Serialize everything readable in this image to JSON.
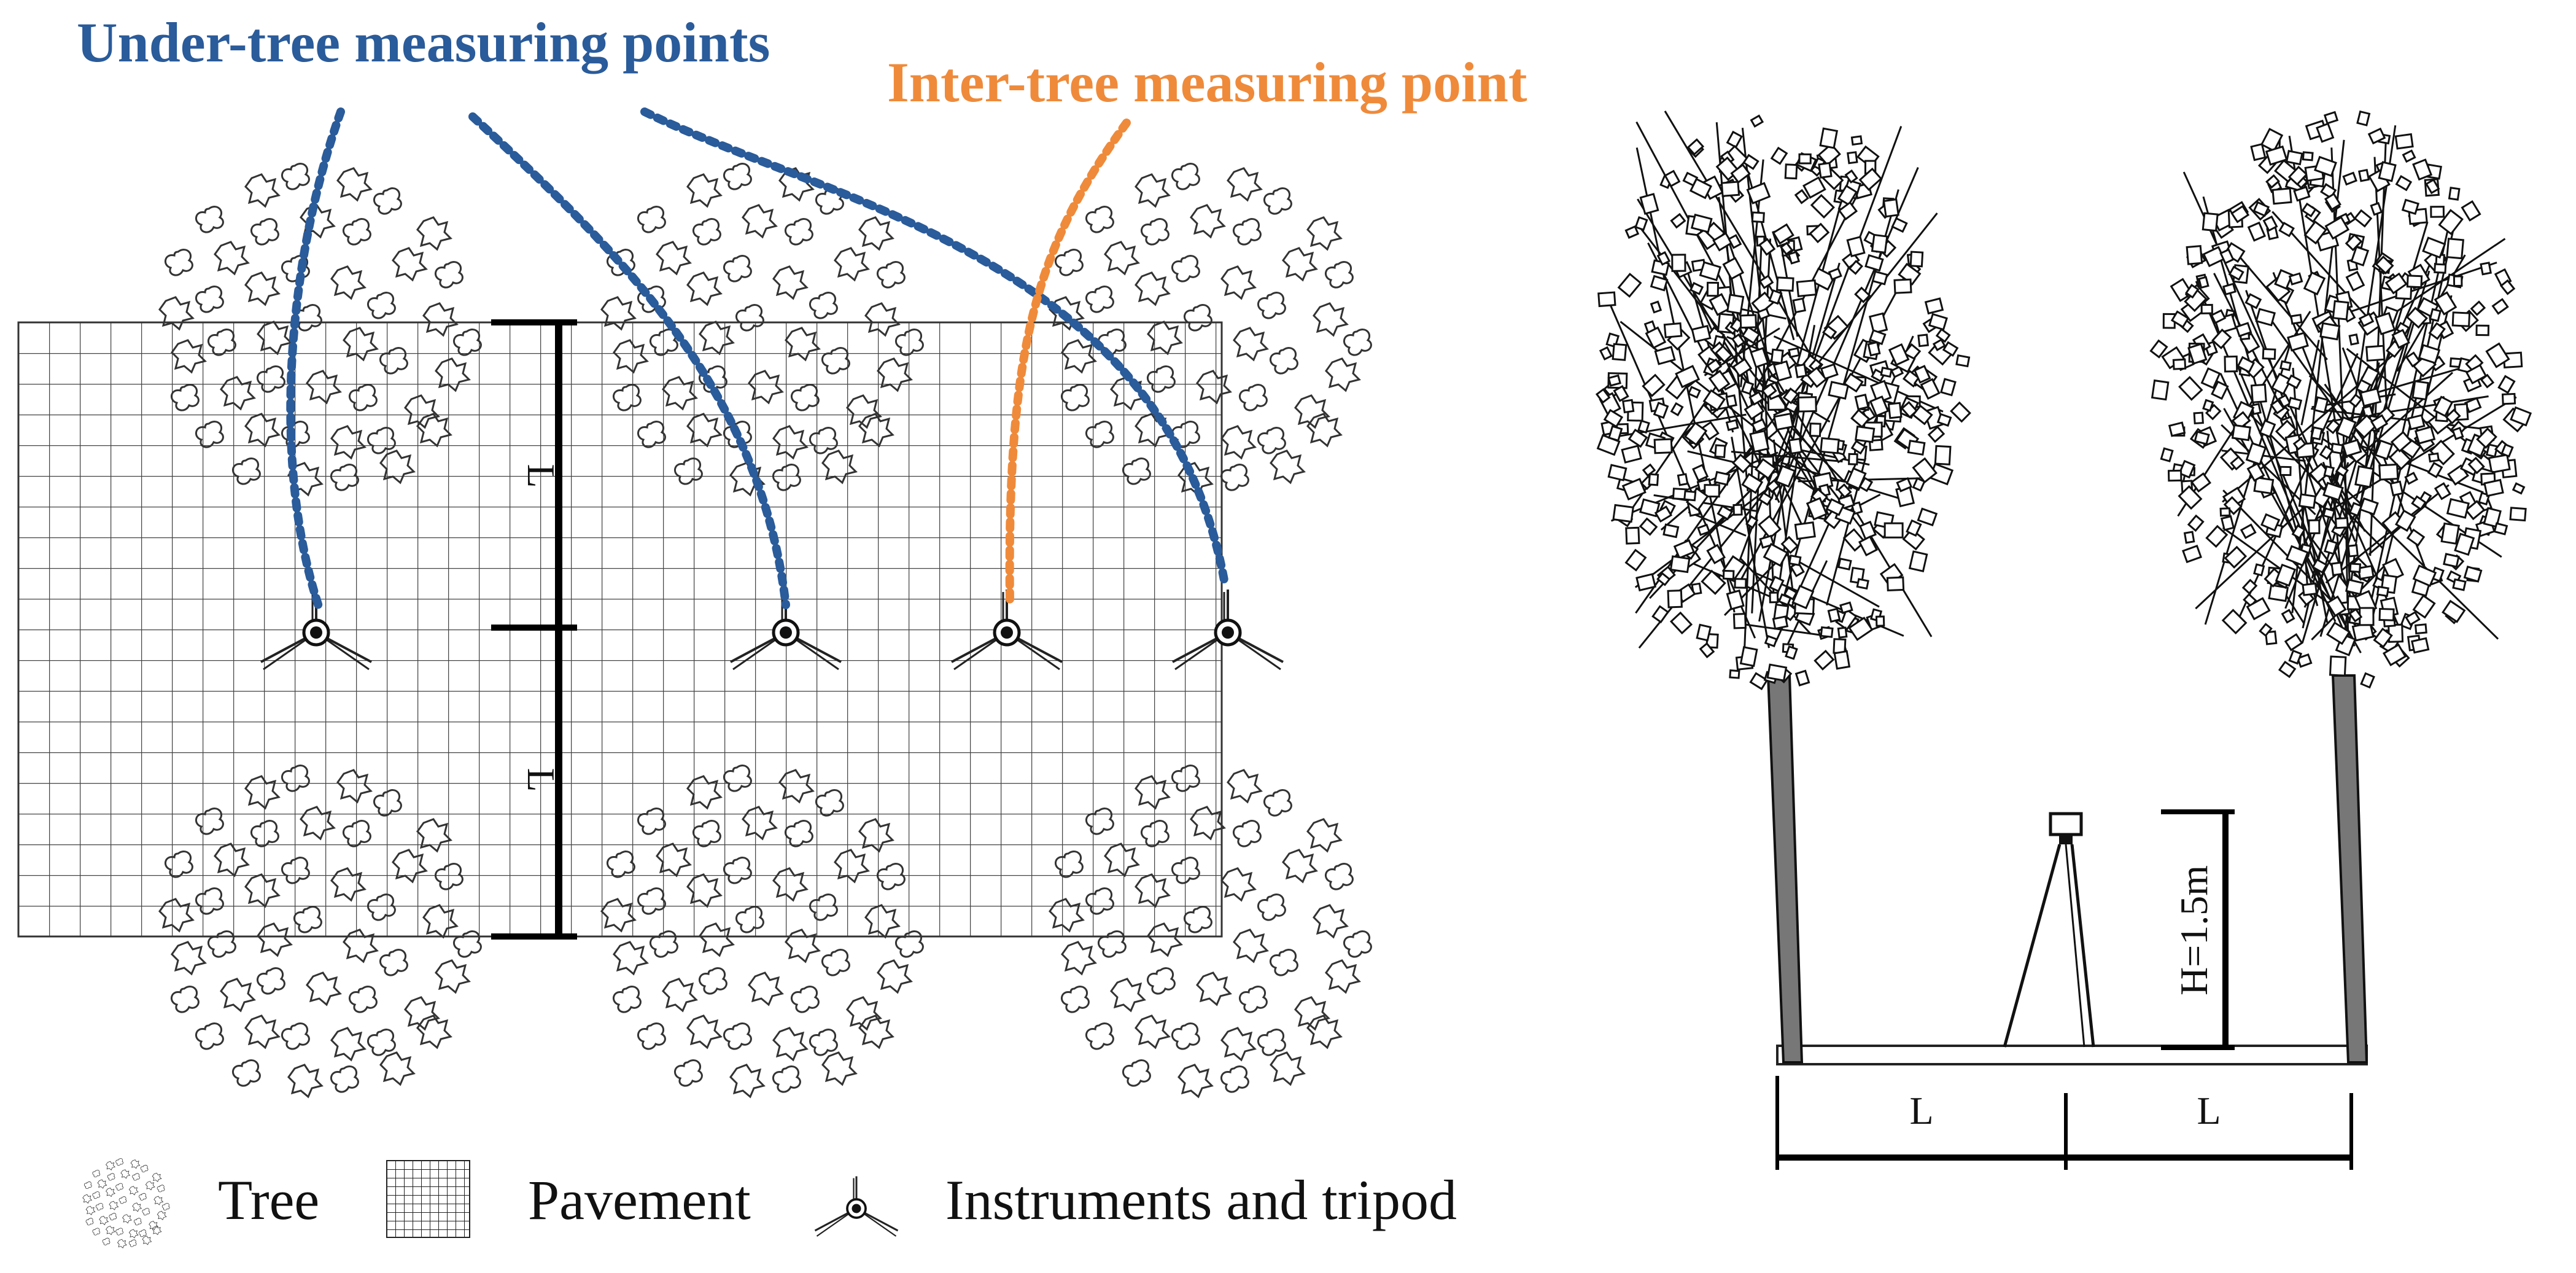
{
  "labels": {
    "under_tree": "Under-tree measuring points",
    "inter_tree": "Inter-tree measuring point"
  },
  "dimensions": {
    "plan_L_top": "L",
    "plan_L_bottom": "L",
    "elev_L_left": "L",
    "elev_L_right": "L",
    "height": "H=1.5m"
  },
  "legend": {
    "tree": "Tree",
    "pavement": "Pavement",
    "instrument": "Instruments and tripod"
  },
  "colors": {
    "under_tree_line": "#2a5b9a",
    "inter_tree_line": "#ef8a3a",
    "ink": "#111111"
  }
}
